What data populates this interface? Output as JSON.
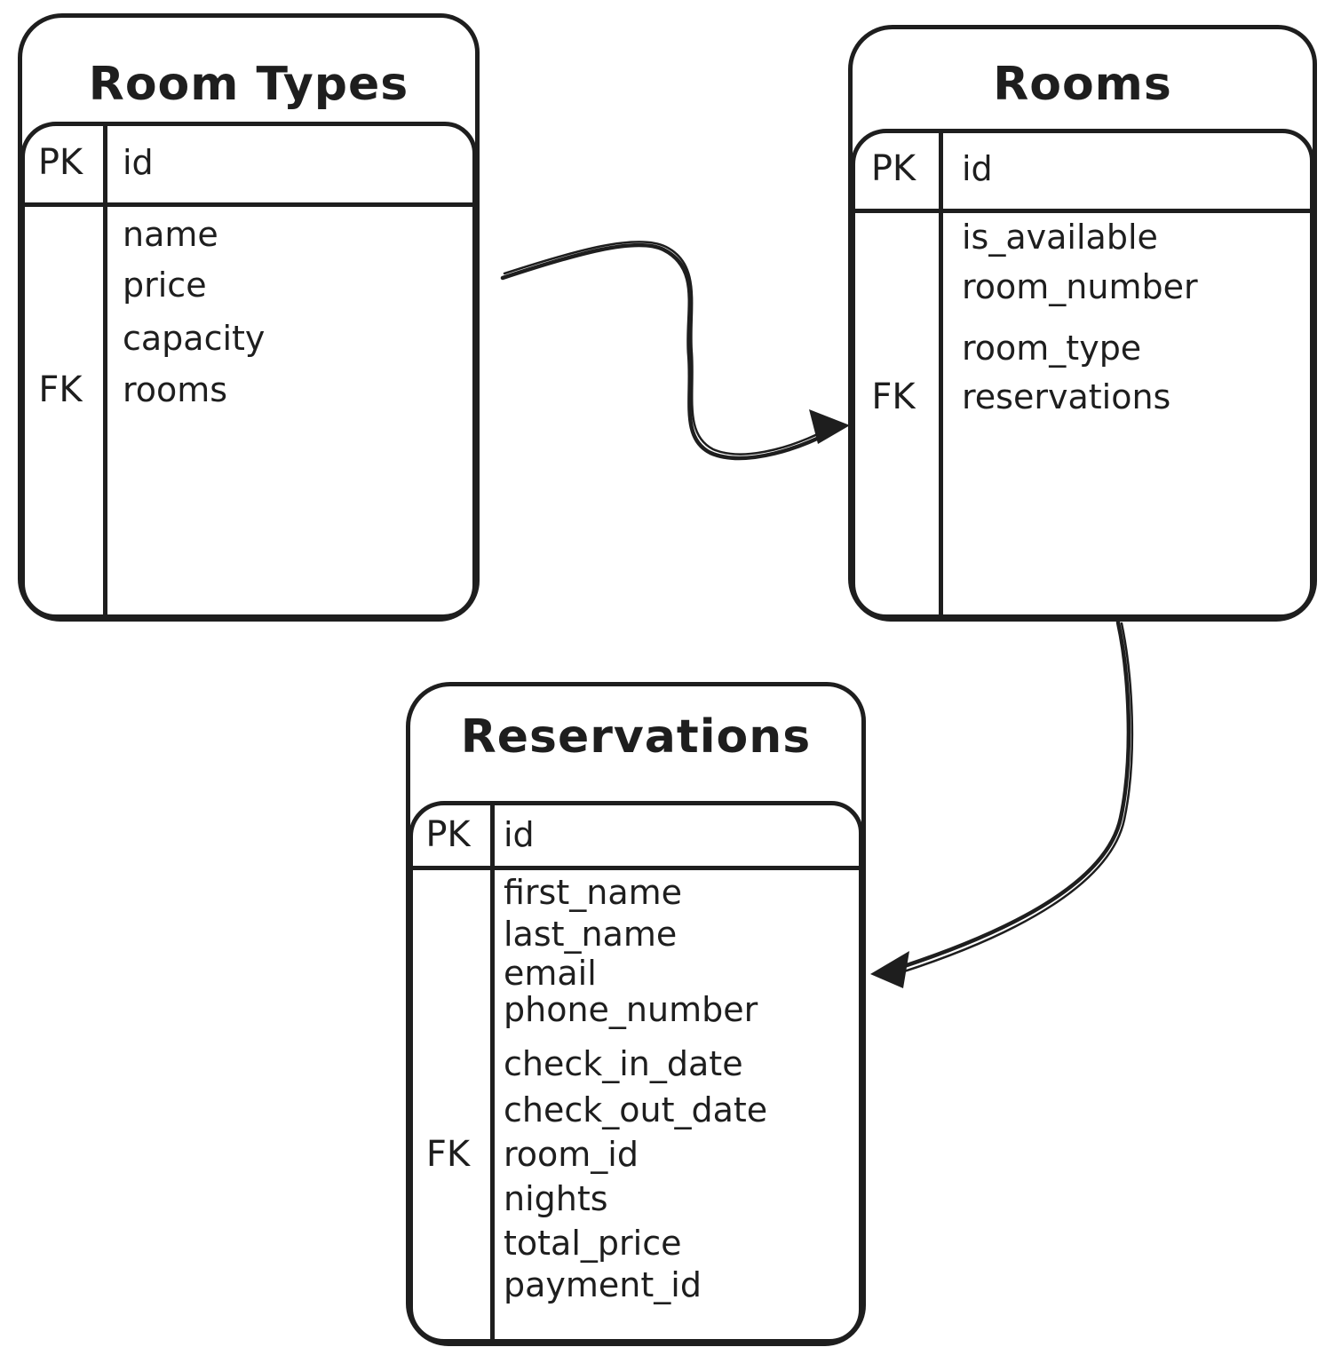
{
  "colors": {
    "stroke": "#1e1e1e",
    "background": "#ffffff"
  },
  "entities": [
    {
      "title": "Room Types",
      "primary_key": {
        "key": "PK",
        "field": "id"
      },
      "fields": [
        {
          "key": "",
          "name": "name"
        },
        {
          "key": "",
          "name": "price"
        },
        {
          "key": "",
          "name": "capacity"
        },
        {
          "key": "FK",
          "name": "rooms"
        }
      ]
    },
    {
      "title": "Rooms",
      "primary_key": {
        "key": "PK",
        "field": "id"
      },
      "fields": [
        {
          "key": "",
          "name": "is_available"
        },
        {
          "key": "",
          "name": "room_number"
        },
        {
          "key": "",
          "name": "room_type"
        },
        {
          "key": "FK",
          "name": "reservations"
        }
      ]
    },
    {
      "title": "Reservations",
      "primary_key": {
        "key": "PK",
        "field": "id"
      },
      "fields": [
        {
          "key": "",
          "name": "first_name"
        },
        {
          "key": "",
          "name": "last_name"
        },
        {
          "key": "",
          "name": "email"
        },
        {
          "key": "",
          "name": "phone_number"
        },
        {
          "key": "",
          "name": "check_in_date"
        },
        {
          "key": "",
          "name": "check_out_date"
        },
        {
          "key": "FK",
          "name": "room_id"
        },
        {
          "key": "",
          "name": "nights"
        },
        {
          "key": "",
          "name": "total_price"
        },
        {
          "key": "",
          "name": "payment_id"
        }
      ]
    }
  ],
  "relationships": [
    {
      "from": "Room Types",
      "to": "Rooms"
    },
    {
      "from": "Rooms",
      "to": "Reservations"
    }
  ]
}
